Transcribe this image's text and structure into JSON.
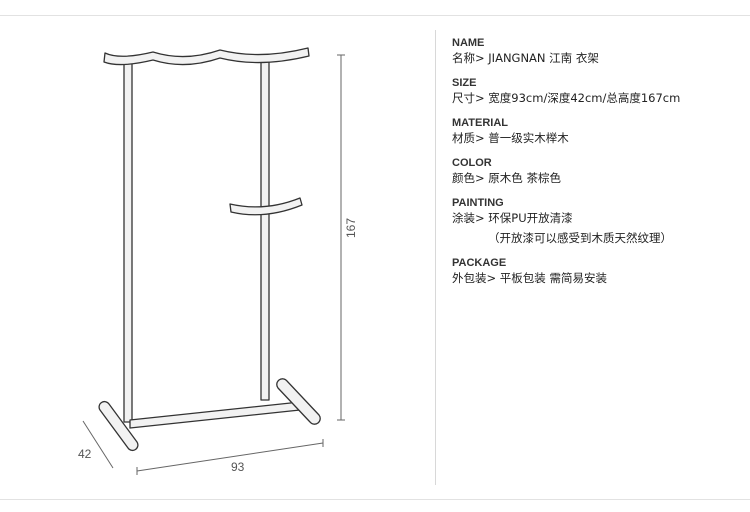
{
  "specs": [
    {
      "heading": "NAME",
      "lines": [
        "名称> JIANGNAN 江南 衣架"
      ]
    },
    {
      "heading": "SIZE",
      "lines": [
        "尺寸> 宽度93cm/深度42cm/总高度167cm"
      ]
    },
    {
      "heading": "MATERIAL",
      "lines": [
        "材质> 普一级实木榉木"
      ]
    },
    {
      "heading": "COLOR",
      "lines": [
        "颜色> 原木色 茶棕色"
      ]
    },
    {
      "heading": "PAINTING",
      "lines": [
        "涂装> 环保PU开放清漆",
        "（开放漆可以感受到木质天然纹理）"
      ]
    },
    {
      "heading": "PACKAGE",
      "lines": [
        "外包装> 平板包装 需简易安装"
      ]
    }
  ],
  "dimensions": {
    "width": "93",
    "depth": "42",
    "height": "167"
  }
}
